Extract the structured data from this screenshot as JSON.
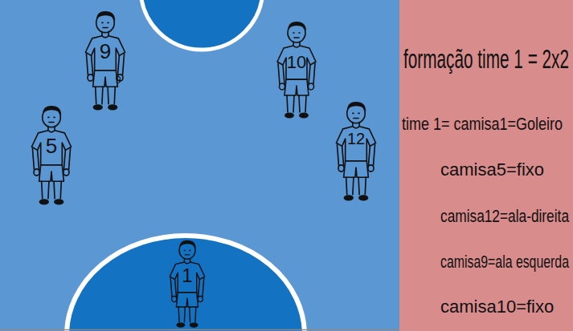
{
  "diagram": {
    "nodes": [
      {
        "text": [
          "formação time 1 = 2x2",
          "time 1= camisa1=Goleiro",
          "camisa5=fixo",
          "camisa12=ala-direita",
          "camisa9=ala esquerda",
          "camisa10=fixo"
        ]
      }
    ],
    "labels": [
      "9",
      "9",
      "10",
      "5",
      "12",
      "1"
    ]
  }
}
